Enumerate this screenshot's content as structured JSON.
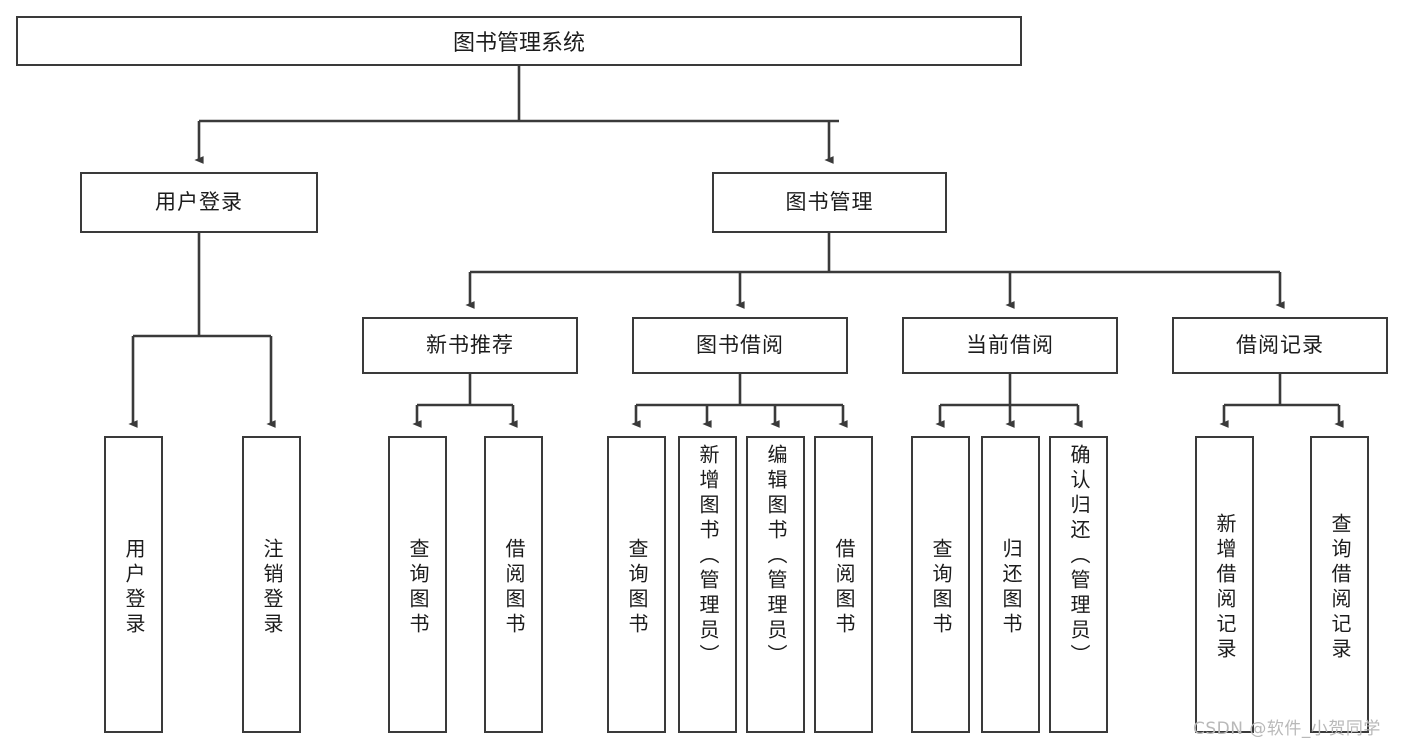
{
  "diagram": {
    "title": "图书管理系统",
    "type": "tree-hierarchy",
    "watermark": "CSDN @软件_小贺同学",
    "colors": {
      "border": "#3a3a3a",
      "background": "#ffffff",
      "text": "#1c1c1c",
      "watermark": "#b9b9b9"
    },
    "levels": {
      "root": "图书管理系统",
      "level2": [
        "用户登录",
        "图书管理"
      ],
      "level3": [
        "新书推荐",
        "图书借阅",
        "当前借阅",
        "借阅记录"
      ]
    },
    "nodes": {
      "root": {
        "label": "图书管理系统"
      },
      "user_login": {
        "label": "用户登录"
      },
      "book_manage": {
        "label": "图书管理"
      },
      "new_book_rec": {
        "label": "新书推荐"
      },
      "book_borrow": {
        "label": "图书借阅"
      },
      "current_borrow": {
        "label": "当前借阅"
      },
      "borrow_record": {
        "label": "借阅记录"
      },
      "leaf_user_login": {
        "label": "用户登录"
      },
      "leaf_logout": {
        "label": "注销登录"
      },
      "leaf_query_book_1": {
        "label": "查询图书"
      },
      "leaf_borrow_book_1": {
        "label": "借阅图书"
      },
      "leaf_query_book_2": {
        "label": "查询图书"
      },
      "leaf_add_book": {
        "label": "新增图书（管理员）"
      },
      "leaf_edit_book": {
        "label": "编辑图书（管理员）"
      },
      "leaf_borrow_book_2": {
        "label": "借阅图书"
      },
      "leaf_query_book_3": {
        "label": "查询图书"
      },
      "leaf_return_book": {
        "label": "归还图书"
      },
      "leaf_confirm_return": {
        "label": "确认归还（管理员）"
      },
      "leaf_add_record": {
        "label": "新增借阅记录"
      },
      "leaf_query_record": {
        "label": "查询借阅记录"
      }
    },
    "edges": [
      {
        "from": "root",
        "to": "user_login"
      },
      {
        "from": "root",
        "to": "book_manage"
      },
      {
        "from": "user_login",
        "to": "leaf_user_login"
      },
      {
        "from": "user_login",
        "to": "leaf_logout"
      },
      {
        "from": "book_manage",
        "to": "new_book_rec"
      },
      {
        "from": "book_manage",
        "to": "book_borrow"
      },
      {
        "from": "book_manage",
        "to": "current_borrow"
      },
      {
        "from": "book_manage",
        "to": "borrow_record"
      },
      {
        "from": "new_book_rec",
        "to": "leaf_query_book_1"
      },
      {
        "from": "new_book_rec",
        "to": "leaf_borrow_book_1"
      },
      {
        "from": "book_borrow",
        "to": "leaf_query_book_2"
      },
      {
        "from": "book_borrow",
        "to": "leaf_add_book"
      },
      {
        "from": "book_borrow",
        "to": "leaf_edit_book"
      },
      {
        "from": "book_borrow",
        "to": "leaf_borrow_book_2"
      },
      {
        "from": "current_borrow",
        "to": "leaf_query_book_3"
      },
      {
        "from": "current_borrow",
        "to": "leaf_return_book"
      },
      {
        "from": "current_borrow",
        "to": "leaf_confirm_return"
      },
      {
        "from": "borrow_record",
        "to": "leaf_add_record"
      },
      {
        "from": "borrow_record",
        "to": "leaf_query_record"
      }
    ]
  }
}
